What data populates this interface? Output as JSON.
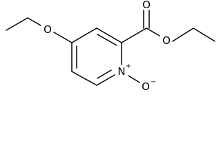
{
  "atoms": {
    "ether_oxygen": "O",
    "ring_nitrogen": "N",
    "nitrogen_charge": "+",
    "oxide_oxygen": "O",
    "oxide_charge": "−",
    "carbonyl_oxygen": "O",
    "ester_oxygen": "O"
  }
}
